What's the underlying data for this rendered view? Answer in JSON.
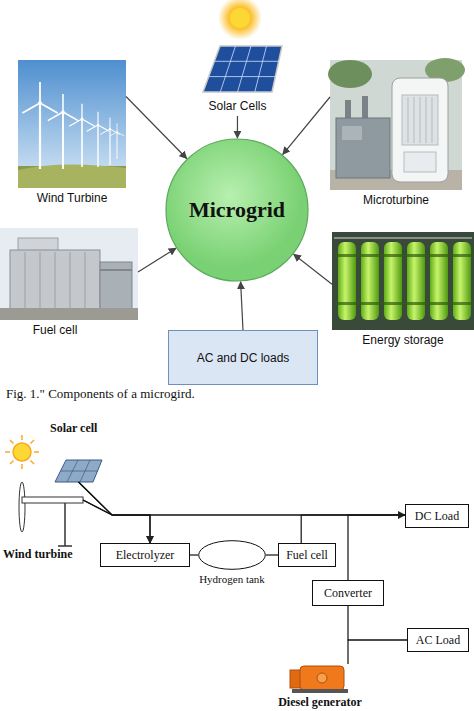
{
  "diagram": {
    "caption": "Fig. 1.\" Components of a microgird.",
    "nodes": [
      {
        "text": [
          "Solar Cells"
        ]
      },
      {
        "text": [
          "Wind Turbine"
        ]
      },
      {
        "text": [
          "Microturbine"
        ]
      },
      {
        "text": [
          "Microgrid"
        ]
      },
      {
        "text": [
          "Fuel cell"
        ]
      },
      {
        "text": [
          "Energy storage"
        ]
      },
      {
        "text": [
          "AC and DC loads"
        ]
      },
      {
        "text": [
          "Solar cell"
        ]
      },
      {
        "text": [
          "Wind turbine"
        ]
      },
      {
        "text": [
          "DC Load"
        ]
      },
      {
        "text": [
          "Electrolyzer"
        ]
      },
      {
        "text": [
          "Hydrogen tank"
        ]
      },
      {
        "text": [
          "Fuel cell"
        ]
      },
      {
        "text": [
          "Converter"
        ]
      },
      {
        "text": [
          "AC Load"
        ]
      },
      {
        "text": [
          "Diesel generator"
        ]
      }
    ],
    "edges": [
      {
        "from": 0,
        "to": 3,
        "arrow": "to"
      },
      {
        "from": 1,
        "to": 3,
        "arrow": "to"
      },
      {
        "from": 2,
        "to": 3,
        "arrow": "to"
      },
      {
        "from": 4,
        "to": 3,
        "arrow": "to"
      },
      {
        "from": 5,
        "to": 3,
        "arrow": "to"
      },
      {
        "from": 6,
        "to": 3,
        "arrow": "to"
      },
      {
        "from": 7,
        "to": 10,
        "arrow": "to"
      },
      {
        "from": 8,
        "to": 10,
        "arrow": "to"
      },
      {
        "from": 7,
        "to": 9,
        "arrow": "none"
      },
      {
        "from": 8,
        "to": 9,
        "arrow": "none"
      },
      {
        "from": 10,
        "to": 11,
        "arrow": "none"
      },
      {
        "from": 11,
        "to": 12,
        "arrow": "none"
      },
      {
        "from": 12,
        "to": 9,
        "arrow": "to"
      },
      {
        "from": 13,
        "to": 9,
        "arrow": "none"
      },
      {
        "from": 13,
        "to": 14,
        "arrow": "none"
      },
      {
        "from": 15,
        "to": 14,
        "arrow": "none"
      }
    ]
  }
}
